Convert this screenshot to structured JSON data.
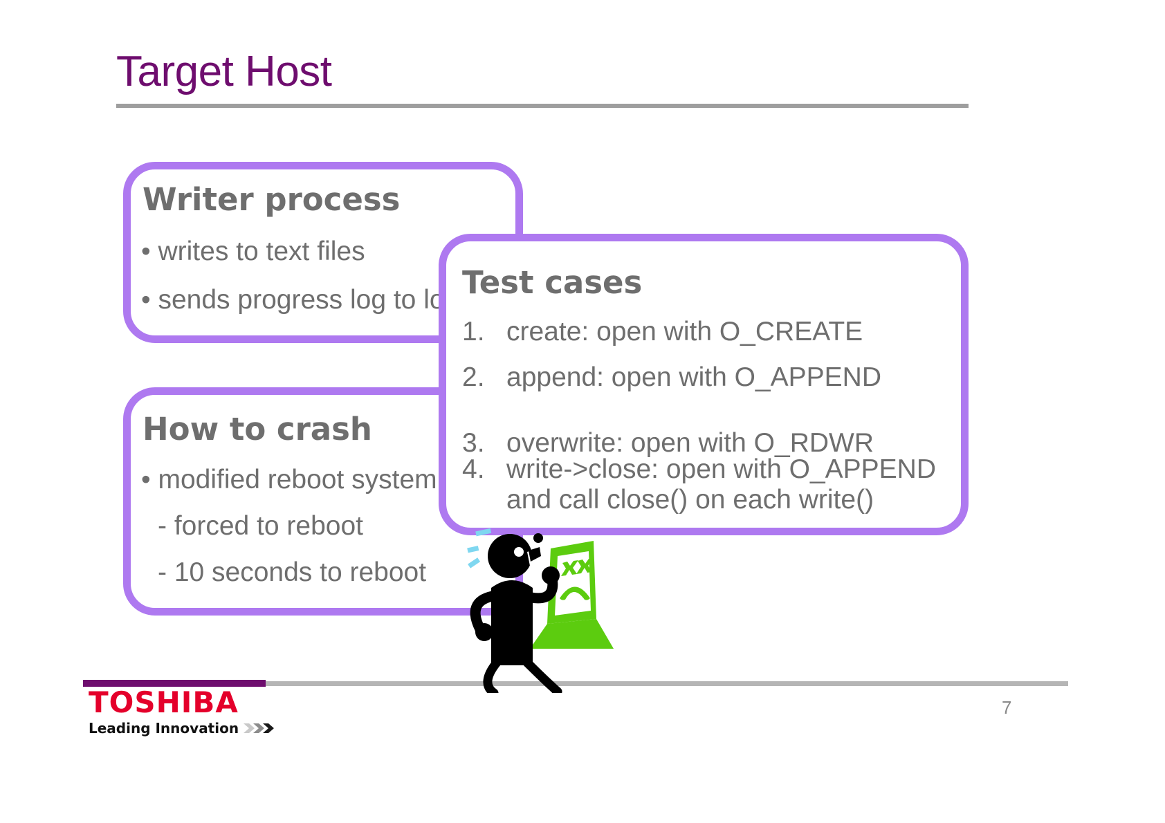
{
  "slide": {
    "title": "Target Host",
    "page_number": "7"
  },
  "colors": {
    "title_purple": "#6E0D6E",
    "box_border_violet": "#AE79F0",
    "body_gray": "#6E6E6E",
    "laptop_green": "#5CCC0F",
    "toshiba_red": "#E4002B",
    "rule_gray": "#9E9E9E",
    "spark_blue": "#7FD7F0"
  },
  "boxes": {
    "writer": {
      "heading": "Writer process",
      "bullets": [
        "• writes to text files",
        "• sends progress log to lo"
      ]
    },
    "crash": {
      "heading": "How to crash",
      "bullets": [
        "• modified reboot system",
        "- forced to reboot",
        "- 10 seconds to reboot"
      ]
    },
    "test_cases": {
      "heading": "Test cases",
      "items": [
        {
          "num": "1.",
          "text": "create: open with O_CREATE"
        },
        {
          "num": "2.",
          "text": "append: open with O_APPEND"
        },
        {
          "num": "3.",
          "text": "overwrite: open with O_RDWR"
        },
        {
          "num": "4.",
          "text": "write->close: open with O_APPEND\nand call close() on each write()"
        }
      ]
    }
  },
  "figure": {
    "description": "stick-figure person panicking next to a green laptop with a sad face",
    "laptop_face": "sad-face-x-eyes"
  },
  "footer": {
    "logo_word": "TOSHIBA",
    "logo_tagline": "Leading Innovation"
  }
}
